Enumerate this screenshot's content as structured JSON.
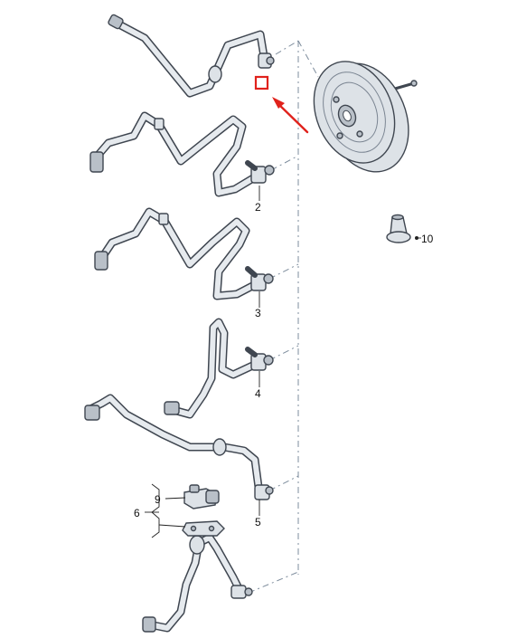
{
  "callouts": {
    "c2": "2",
    "c3": "3",
    "c4": "4",
    "c5": "5",
    "c6": "6",
    "c9": "9",
    "c10": "10"
  },
  "colors": {
    "highlight_box": "#e0221c",
    "highlight_arrow": "#e0221c",
    "hose_outline": "#3f4650",
    "hose_fill": "#e6eaee"
  }
}
